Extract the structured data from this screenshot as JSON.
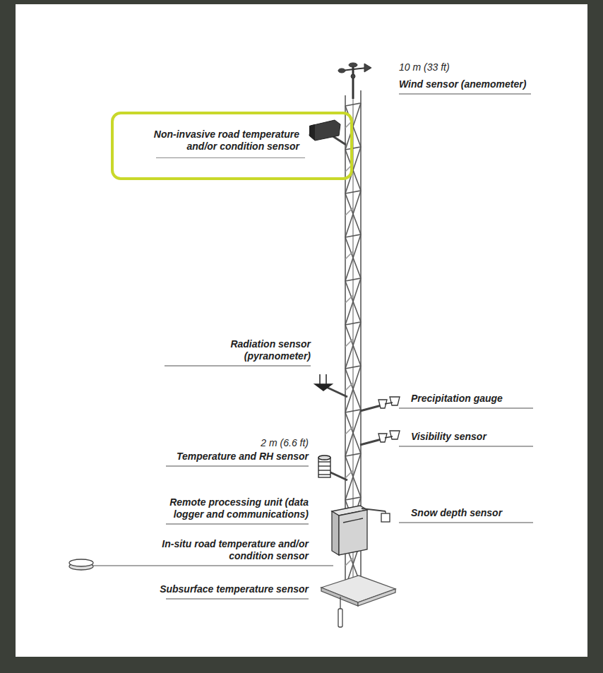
{
  "diagram": {
    "nodes": [
      {
        "text": [
          "Non-invasive road temperature and/or condition sensor"
        ]
      }
    ],
    "labels": [
      "10 m (33 ft)",
      "Wind sensor (anemometer)",
      "Radiation sensor (pyranometer)",
      "Precipitation gauge",
      "Visibility sensor",
      "2 m (6.6 ft)",
      "Temperature and RH sensor",
      "Remote processing unit (data logger and communications)",
      "Snow depth sensor",
      "In-situ road temperature and/or condition sensor",
      "Subsurface temperature sensor"
    ]
  }
}
